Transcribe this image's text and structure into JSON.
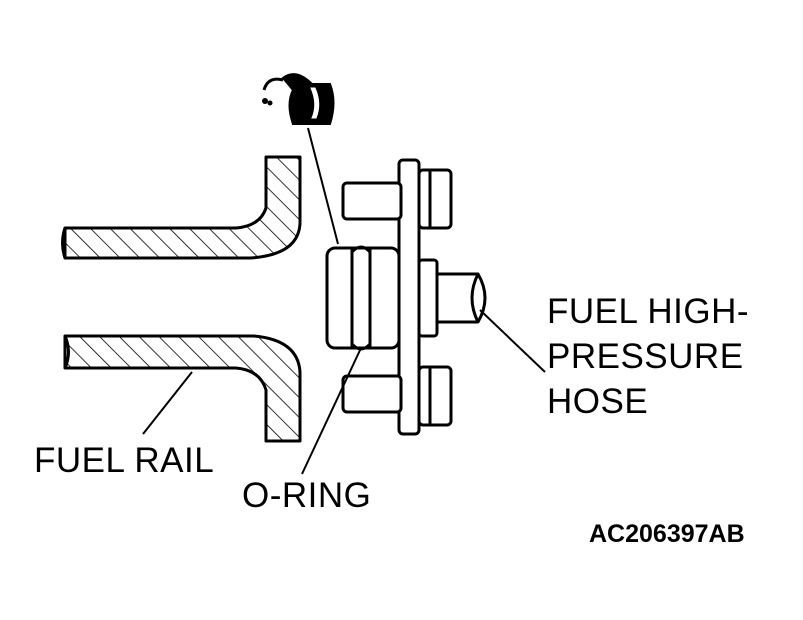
{
  "labels": {
    "fuel_rail": "FUEL RAIL",
    "o_ring": "O-RING",
    "hose_line1": "FUEL HIGH-",
    "hose_line2": "PRESSURE",
    "hose_line3": "HOSE"
  },
  "figure_code": "AC206397AB",
  "icons": {
    "lubricant": "oil-can-icon"
  }
}
